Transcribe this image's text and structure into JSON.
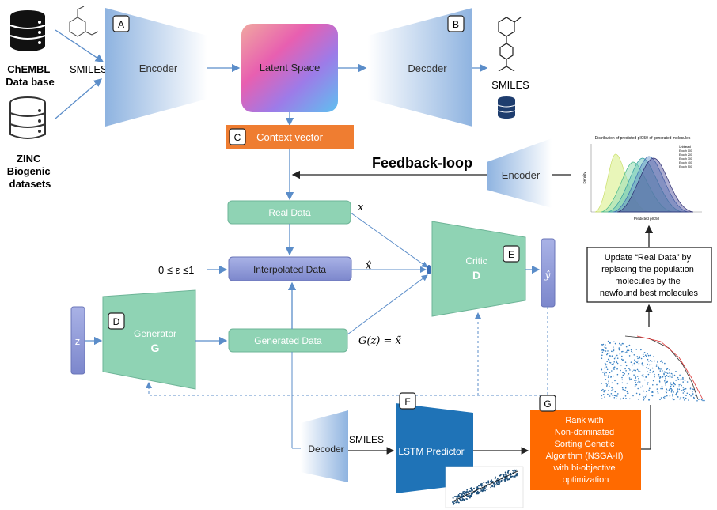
{
  "sources": {
    "chembl_label": "ChEMBL\nData base",
    "zinc_label": "ZINC\nBiogenic\ndatasets",
    "smiles_in": "SMILES",
    "smiles_out": "SMILES",
    "smiles_lstm": "SMILES"
  },
  "badges": [
    "A",
    "B",
    "C",
    "D",
    "E",
    "F",
    "G"
  ],
  "blocks": {
    "encoder": "Encoder",
    "latent": "Latent Space",
    "decoder": "Decoder",
    "context": "Context vector",
    "feedback": "Feedback-loop",
    "encoder2": "Encoder",
    "real_data": "Real Data",
    "interpolated": "Interpolated Data",
    "epsilon": "0 ≤ ε ≤1",
    "critic": "Critic",
    "critic_d": "D",
    "generator": "Generator",
    "generator_g": "G",
    "z": "z",
    "generated": "Generated Data",
    "decoder2": "Decoder",
    "lstm": "LSTM Predictor",
    "nsga": "Rank with\nNon-dominated\nSorting Genetic\nAlgorithm (NSGA-II)\nwith bi-objective\noptimization",
    "update": "Update “Real Data” by\nreplacing the population\nmolecules by the\nnewfound best molecules"
  },
  "math": {
    "x": "x",
    "xhat": "x̂",
    "yhat": "ŷ",
    "gz": "G(z) = x̃"
  },
  "mini_chart": {
    "title": "Distribution of predicted pIC50 of generated molecules",
    "xlabel": "Predicted pIC50",
    "ylabel": "Density",
    "legend": [
      "Unbiased",
      "Epoch 100",
      "Epoch 200",
      "Epoch 300",
      "Epoch 400",
      "Epoch 500"
    ]
  },
  "colors": {
    "green": "#8fd3b4",
    "purple": "#8a95d4",
    "orange": "#ef7d31",
    "orange_nsga": "#ff6a00",
    "lstm": "#1f73b7",
    "arrow": "#5b8dc9"
  }
}
